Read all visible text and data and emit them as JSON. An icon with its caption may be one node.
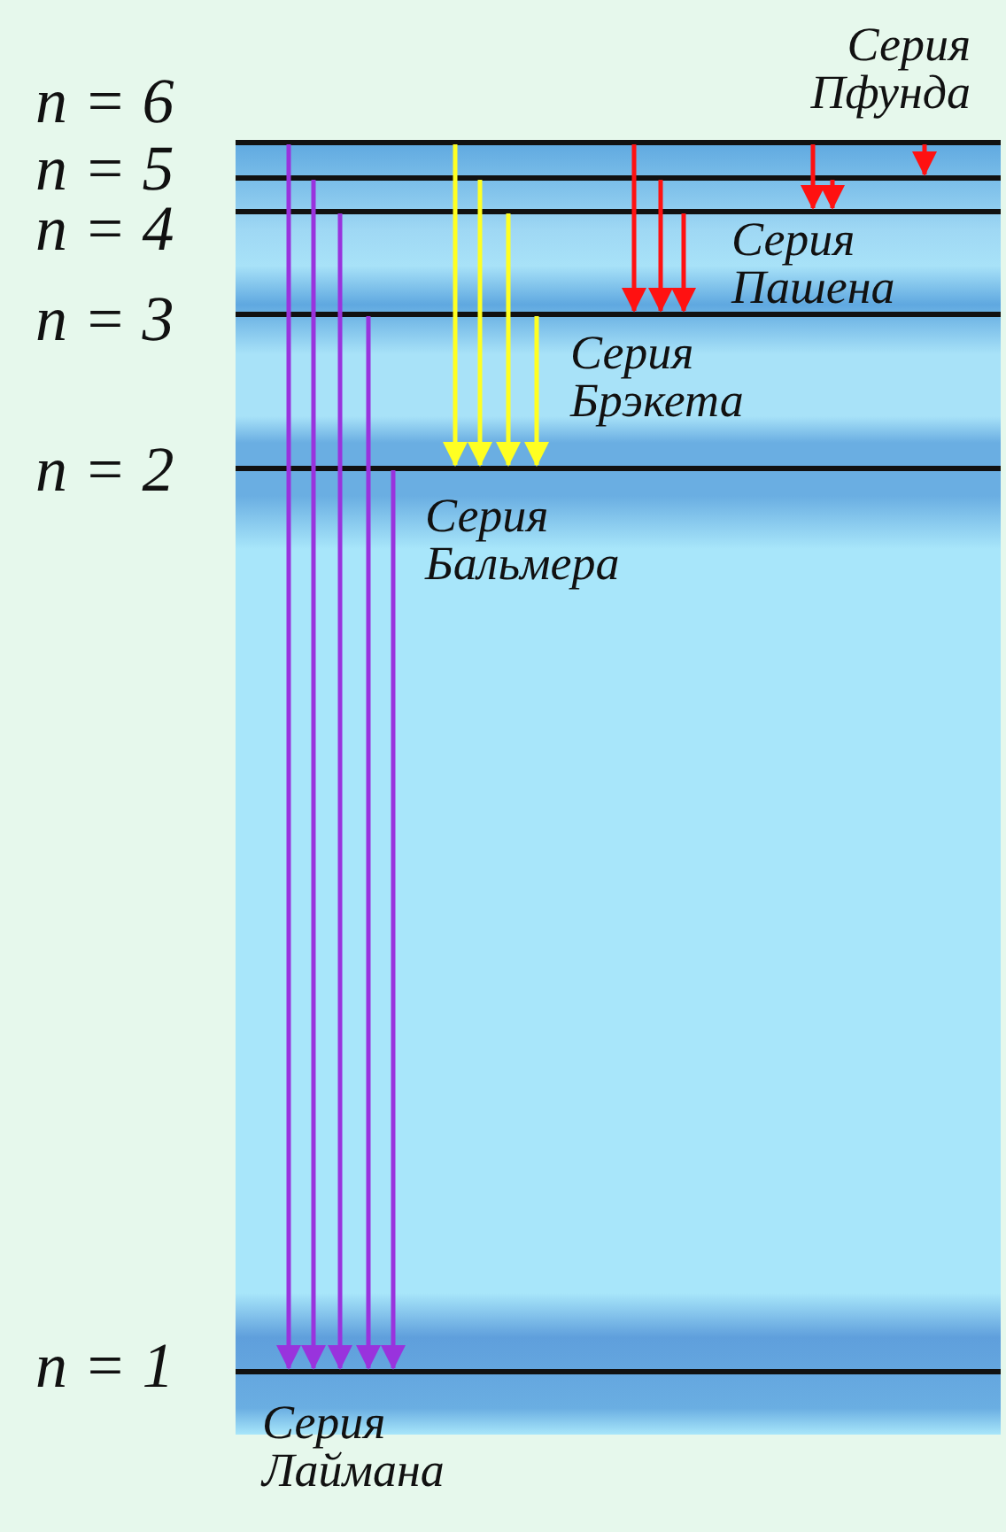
{
  "diagram": {
    "nodes": [
      {
        "text": [
          "n = 6"
        ]
      },
      {
        "text": [
          "n = 5"
        ]
      },
      {
        "text": [
          "n = 4"
        ]
      },
      {
        "text": [
          "n = 3"
        ]
      },
      {
        "text": [
          "n = 2"
        ]
      },
      {
        "text": [
          "n = 1"
        ]
      }
    ],
    "edges": [
      {
        "from": 0,
        "to": 5,
        "arrow": "to",
        "color": "#9933dd"
      },
      {
        "from": 1,
        "to": 5,
        "arrow": "to",
        "color": "#9933dd"
      },
      {
        "from": 2,
        "to": 5,
        "arrow": "to",
        "color": "#9933dd"
      },
      {
        "from": 3,
        "to": 5,
        "arrow": "to",
        "color": "#9933dd"
      },
      {
        "from": 4,
        "to": 5,
        "arrow": "to",
        "color": "#9933dd"
      },
      {
        "from": 0,
        "to": 4,
        "arrow": "to",
        "color": "#ffff22"
      },
      {
        "from": 1,
        "to": 4,
        "arrow": "to",
        "color": "#ffff22"
      },
      {
        "from": 2,
        "to": 4,
        "arrow": "to",
        "color": "#ffff22"
      },
      {
        "from": 3,
        "to": 4,
        "arrow": "to",
        "color": "#ffff22"
      },
      {
        "from": 0,
        "to": 3,
        "arrow": "to"
      },
      {
        "from": 1,
        "to": 3,
        "arrow": "to"
      },
      {
        "from": 2,
        "to": 3,
        "arrow": "to"
      },
      {
        "from": 0,
        "to": 2,
        "arrow": "to"
      },
      {
        "from": 1,
        "to": 2,
        "arrow": "to"
      },
      {
        "from": 0,
        "to": 1,
        "arrow": "to"
      }
    ],
    "labels": [
      "Серия Пфунда",
      "Серия Пашена",
      "Серия Брэкета",
      "Серия Бальмера",
      "Серия Лаймана"
    ]
  }
}
